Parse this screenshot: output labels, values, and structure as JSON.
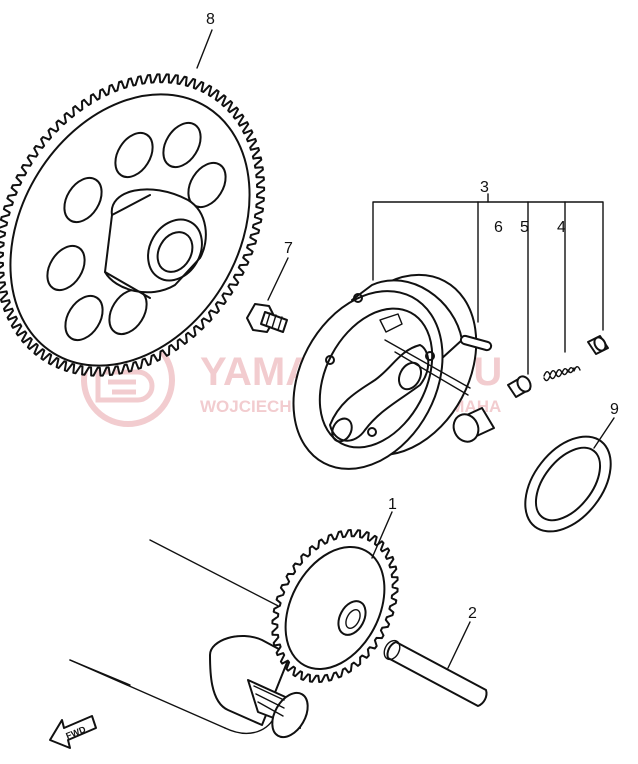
{
  "watermark": {
    "title": "YAMA-SHOP.PU",
    "subtitle": "WOJCIECHOWSKI DEALER YAMAHA",
    "color": "#e8a3a8"
  },
  "callouts": [
    {
      "id": "part-8",
      "label": "8"
    },
    {
      "id": "part-7",
      "label": "7"
    },
    {
      "id": "part-3",
      "label": "3"
    },
    {
      "id": "part-6",
      "label": "6"
    },
    {
      "id": "part-5",
      "label": "5"
    },
    {
      "id": "part-4",
      "label": "4"
    },
    {
      "id": "part-9",
      "label": "9"
    },
    {
      "id": "part-1",
      "label": "1"
    },
    {
      "id": "part-2",
      "label": "2"
    }
  ],
  "fwd_arrow": {
    "label": "FWD"
  },
  "ink_color": "#111111"
}
